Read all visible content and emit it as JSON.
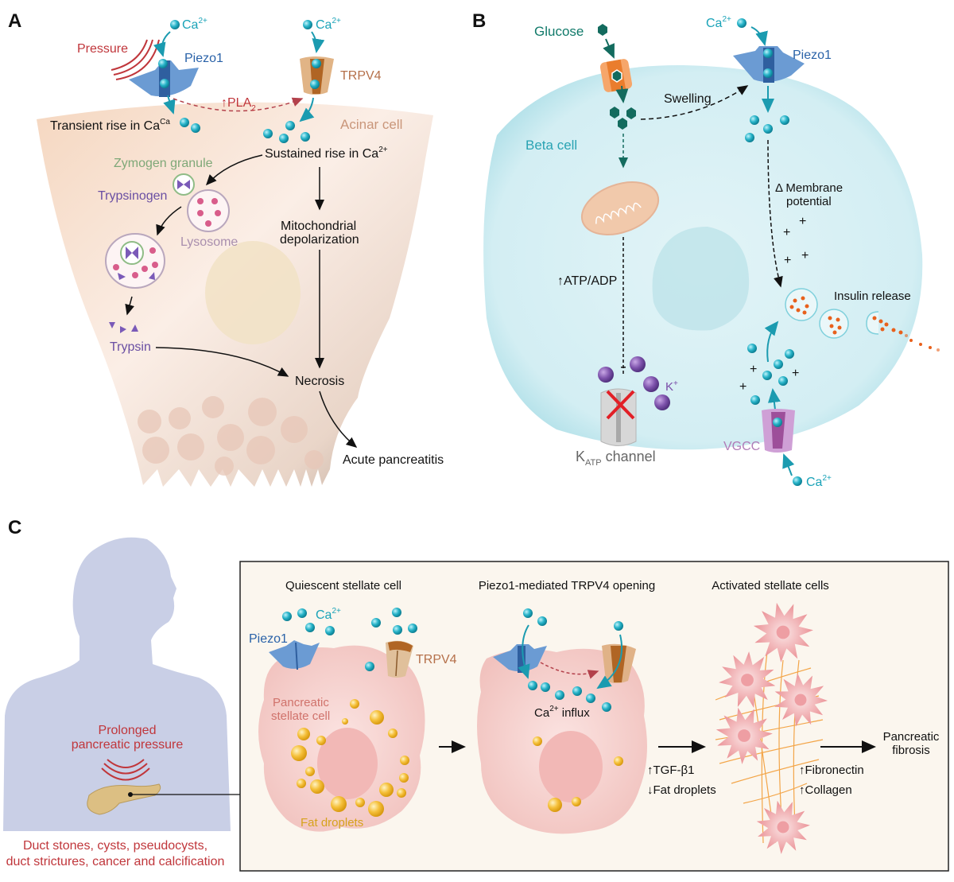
{
  "panels": {
    "A": {
      "letter": "A",
      "ca_top_left": "Ca",
      "ca_top_right": "Ca",
      "ca_sup": "2+",
      "pressure": "Pressure",
      "piezo1": "Piezo1",
      "trpv4": "TRPV4",
      "pla2_arrow": "↑",
      "pla2": "PLA",
      "pla2_sub": "2",
      "transient": "Transient rise in Ca",
      "acinar_cell": "Acinar cell",
      "sustained": "Sustained rise in Ca",
      "zymogen_granule": "Zymogen granule",
      "trypsinogen": "Trypsinogen",
      "lysosome": "Lysosome",
      "mito_line1": "Mitochondrial",
      "mito_line2": "depolarization",
      "trypsin": "Trypsin",
      "necrosis": "Necrosis",
      "acute_pancreatitis": "Acute pancreatitis"
    },
    "B": {
      "letter": "B",
      "glucose": "Glucose",
      "ca_top": "Ca",
      "ca_sup": "2+",
      "piezo1": "Piezo1",
      "swelling": "Swelling",
      "beta_cell": "Beta cell",
      "membrane_line1": "Δ Membrane",
      "membrane_line2": "potential",
      "atp_adp": "↑ATP/ADP",
      "insulin_release": "Insulin release",
      "k_ion": "K",
      "k_sup": "+",
      "katp": "K",
      "katp_sub": "ATP",
      "katp_rest": " channel",
      "vgcc": "VGCC",
      "ca_bottom": "Ca",
      "plus": "+"
    },
    "C": {
      "letter": "C",
      "prolonged_line1": "Prolonged",
      "prolonged_line2": "pancreatic pressure",
      "causes_line1": "Duct stones, cysts, pseudocysts,",
      "causes_line2": "duct strictures, cancer and calcification",
      "stage1_title": "Quiescent stellate cell",
      "stage2_title": "Piezo1-mediated TRPV4 opening",
      "stage3_title": "Activated stellate cells",
      "piezo1": "Piezo1",
      "ca": "Ca",
      "ca_sup": "2+",
      "trpv4": "TRPV4",
      "psc_line1": "Pancreatic",
      "psc_line2": "stellate cell",
      "fat_droplets": "Fat droplets",
      "ca_influx": " influx",
      "tgf": "↑TGF-β1",
      "fat_down": "↓Fat droplets",
      "fibronectin": "↑Fibronectin",
      "collagen": "↑Collagen",
      "fibrosis_line1": "Pancreatic",
      "fibrosis_line2": "fibrosis"
    }
  },
  "colors": {
    "calcium": "#27b3c8",
    "piezo": "#5b8fcf",
    "trpv4": "#c07a3e",
    "acinar": "#f6dcc8",
    "beta": "#cdebf0",
    "stellate": "#f4c9c6",
    "fat": "#f5c03a",
    "pressure": "#c0363b",
    "glucose": "#136b5e",
    "potassium": "#7a4ea8"
  }
}
